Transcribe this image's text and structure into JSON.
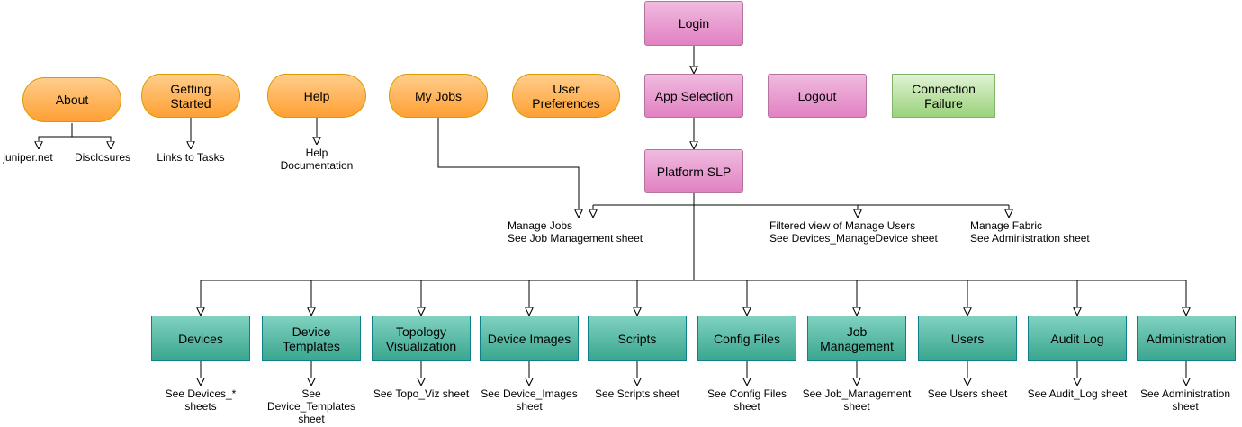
{
  "top": {
    "login": "Login",
    "app_selection": "App Selection",
    "logout": "Logout",
    "connection_failure": "Connection\nFailure",
    "platform_slp": "Platform SLP"
  },
  "menu": {
    "about": "About",
    "getting_started": "Getting\nStarted",
    "help": "Help",
    "my_jobs": "My Jobs",
    "user_preferences": "User\nPreferences"
  },
  "menu_links": {
    "juniper": "juniper.net",
    "disclosures": "Disclosures",
    "links_to_tasks": "Links to Tasks",
    "help_documentation": "Help\nDocumentation"
  },
  "slp_links": {
    "manage_jobs": "Manage Jobs\nSee Job Management sheet",
    "filtered_users": "Filtered view of Manage Users\nSee Devices_ManageDevice sheet",
    "manage_fabric": "Manage Fabric\nSee Administration sheet"
  },
  "modules": [
    {
      "label": "Devices",
      "note": "See Devices_*\nsheets"
    },
    {
      "label": "Device\nTemplates",
      "note": "See\nDevice_Templates\nsheet"
    },
    {
      "label": "Topology\nVisualization",
      "note": "See Topo_Viz sheet"
    },
    {
      "label": "Device Images",
      "note": "See Device_Images\nsheet"
    },
    {
      "label": "Scripts",
      "note": "See Scripts sheet"
    },
    {
      "label": "Config Files",
      "note": "See Config Files\nsheet"
    },
    {
      "label": "Job\nManagement",
      "note": "See Job_Management\nsheet"
    },
    {
      "label": "Users",
      "note": "See Users sheet"
    },
    {
      "label": "Audit Log",
      "note": "See Audit_Log sheet"
    },
    {
      "label": "Administration",
      "note": "See Administration\nsheet"
    }
  ],
  "colors": {
    "pink": "#e6a0d2",
    "green": "#b9e0a5",
    "teal": "#4fb3a1",
    "orange": "#ffb566",
    "line": "#000000"
  }
}
